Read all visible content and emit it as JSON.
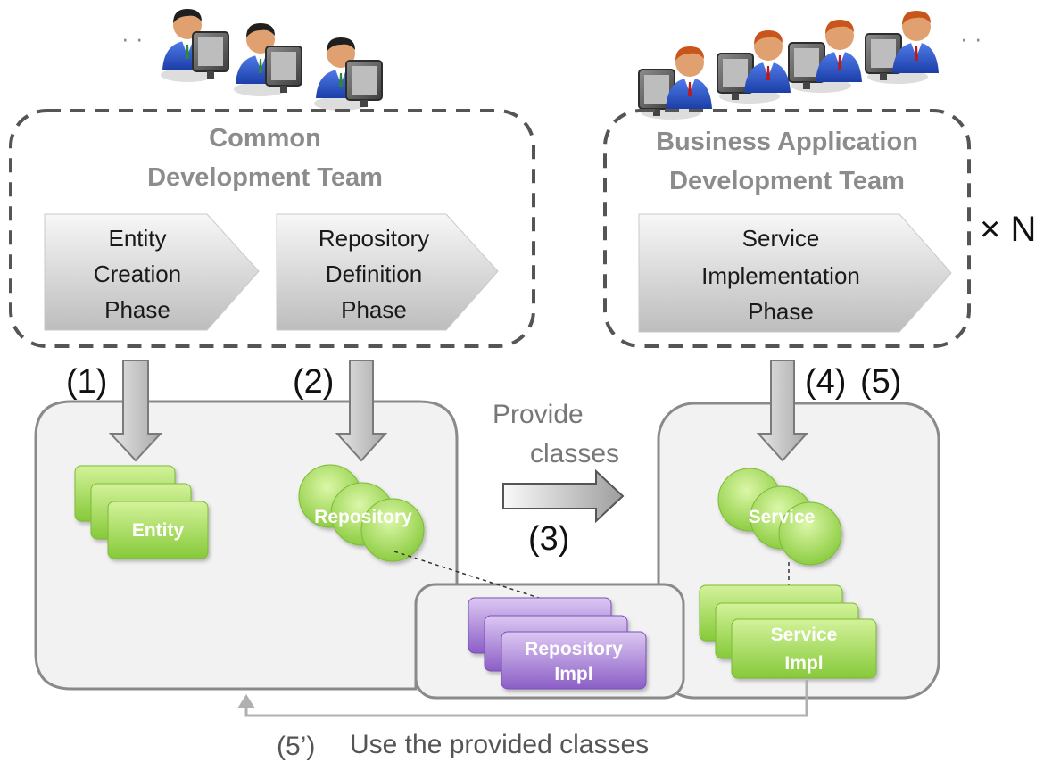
{
  "teams": {
    "common": {
      "title_line1": "Common",
      "title_line2": "Development Team",
      "phases": [
        {
          "line1": "Entity",
          "line2": "Creation",
          "line3": "Phase"
        },
        {
          "line1": "Repository",
          "line2": "Definition",
          "line3": "Phase"
        }
      ]
    },
    "business": {
      "title_line1": "Business Application",
      "title_line2": "Development Team",
      "phases": [
        {
          "line1": "Service",
          "line2": "Implementation",
          "line3": "Phase"
        }
      ],
      "multiplier": "× N"
    }
  },
  "steps": {
    "s1": "(1)",
    "s2": "(2)",
    "s3": "(3)",
    "s4": "(4)",
    "s5": "(5)",
    "s5prime": "(5’)"
  },
  "provide_label": {
    "line1": "Provide",
    "line2": "classes"
  },
  "use_label": "Use the provided classes",
  "components": {
    "entity": "Entity",
    "repository": "Repository",
    "repository_impl_line1": "Repository",
    "repository_impl_line2": "Impl",
    "service": "Service",
    "service_impl_line1": "Service",
    "service_impl_line2": "Impl"
  },
  "icons": {
    "developer": "developer-at-computer-icon"
  },
  "colors": {
    "green": "#9bd84a",
    "purple": "#9a6fd0",
    "arrow_gray": "#b0b0b0",
    "dashed_border": "#555555"
  }
}
